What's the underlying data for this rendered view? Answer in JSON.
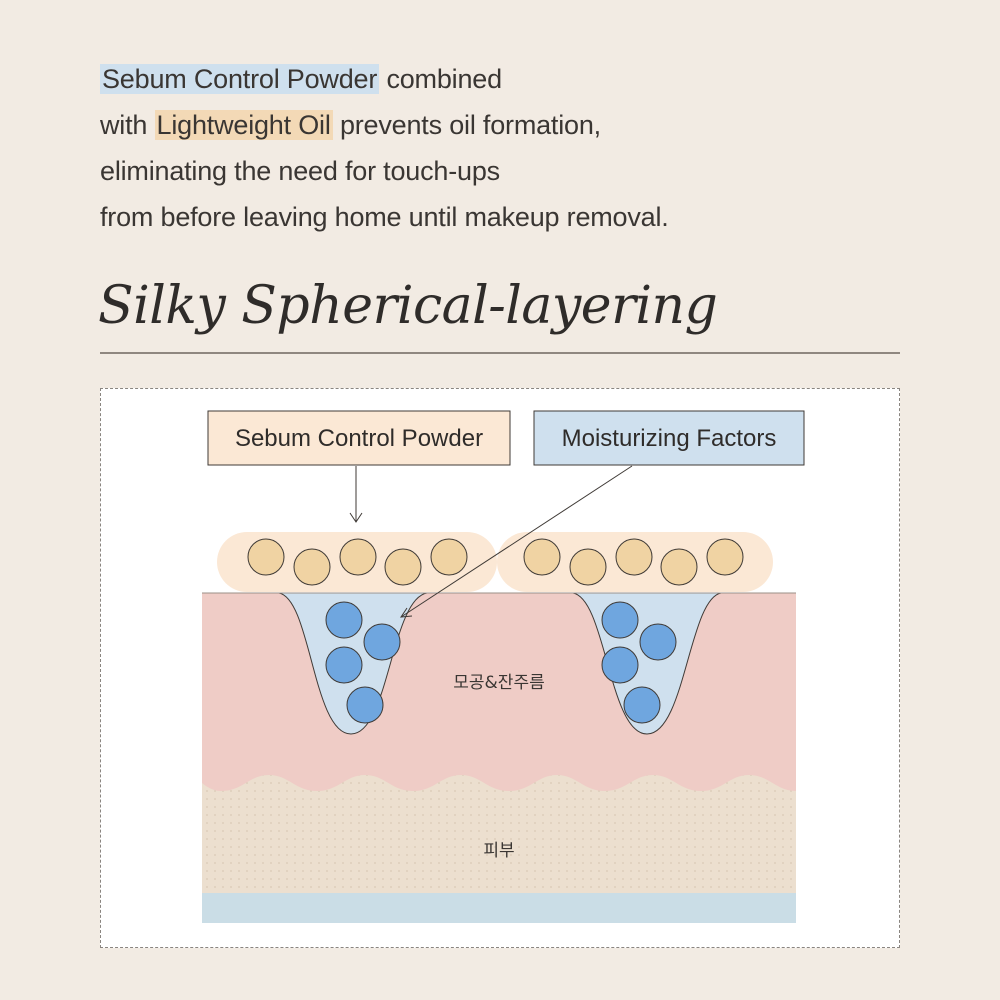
{
  "intro": {
    "line1_highlight": "Sebum Control Powder",
    "line1_rest": " combined",
    "line2_start": "with ",
    "line2_highlight": "Lightweight Oil",
    "line2_rest": " prevents oil formation,",
    "line3": "eliminating the need for touch-ups",
    "line4": "from before leaving home until makeup removal."
  },
  "title": "Silky Spherical-layering",
  "diagram": {
    "label_powder": "Sebum Control Powder",
    "label_moisture": "Moisturizing Factors",
    "label_pores": "모공&잔주름",
    "label_skin": "피부"
  },
  "colors": {
    "background": "#f2ebe3",
    "powder_box": "#fbe8d5",
    "moisture_box": "#cfe0ee",
    "powder_sphere": "#f0d3a3",
    "moisture_sphere": "#6fa6df",
    "skin_top": "#efccc6",
    "skin_bottom": "#ecdfcf",
    "base_layer": "#cadde6"
  }
}
